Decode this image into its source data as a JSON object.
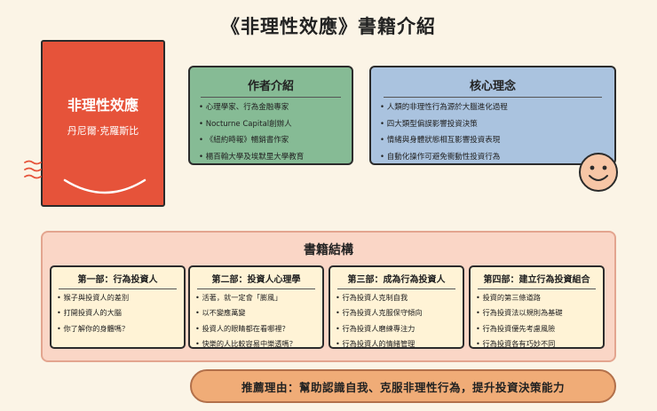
{
  "page": {
    "title": "《非理性效應》書籍介紹"
  },
  "book": {
    "title": "非理性效應",
    "author": "丹尼爾·克羅斯比"
  },
  "author_intro": {
    "title": "作者介紹",
    "items": [
      "心理學家、行為金融專家",
      "Nocturne Capital創辦人",
      "《紐約時報》暢銷書作家",
      "楊百翰大學及埃默里大學教育"
    ]
  },
  "core_concepts": {
    "title": "核心理念",
    "items": [
      "人類的非理性行為源於大腦進化過程",
      "四大類型偏誤影響投資決策",
      "情緒與身體狀態相互影響投資表現",
      "自動化操作可避免衝動性投資行為"
    ]
  },
  "structure": {
    "title": "書籍結構",
    "parts": [
      {
        "title": "第一部：行為投資人",
        "items": [
          "猴子與投資人的差別",
          "打開投資人的大腦",
          "你了解你的身體嗎？"
        ]
      },
      {
        "title": "第二部：投資人心理學",
        "items": [
          "活著，就一定會「膨風」",
          "以不變應萬變",
          "投資人的眼睛都在看哪裡？",
          "快樂的人比較容易中樂透嗎？"
        ]
      },
      {
        "title": "第三部：成為行為投資人",
        "items": [
          "行為投資人克制自我",
          "行為投資人克服保守傾向",
          "行為投資人磨練專注力",
          "行為投資人的情緒管理"
        ]
      },
      {
        "title": "第四部：建立行為投資組合",
        "items": [
          "投資的第三條道路",
          "行為投資法以規則為基礎",
          "行為投資優先考慮風險",
          "行為投資各有巧妙不同"
        ]
      }
    ]
  },
  "recommendation": {
    "text": "推薦理由：幫助認識自我、克服非理性行為，提升投資決策能力"
  },
  "colors": {
    "background": "#fbf4e6",
    "book": "#e6533a",
    "author_card": "#86bb95",
    "core_card": "#aac3df",
    "structure_panel": "#fad6c6",
    "part_card": "#fff3d6",
    "recommend": "#f0ac77",
    "smiley": "#f7c6a6"
  },
  "icons": [
    "smile-curve-icon",
    "wave-lines-icon",
    "smiley-face-icon"
  ]
}
